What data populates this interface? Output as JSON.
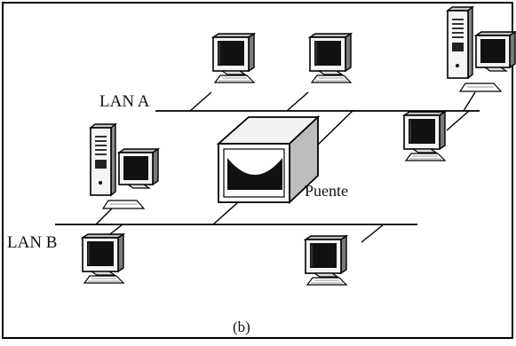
{
  "diagram": {
    "networks": [
      {
        "label": "LAN A"
      },
      {
        "label": "LAN B"
      }
    ],
    "bridge_label": "Puente",
    "caption": "(b)"
  }
}
